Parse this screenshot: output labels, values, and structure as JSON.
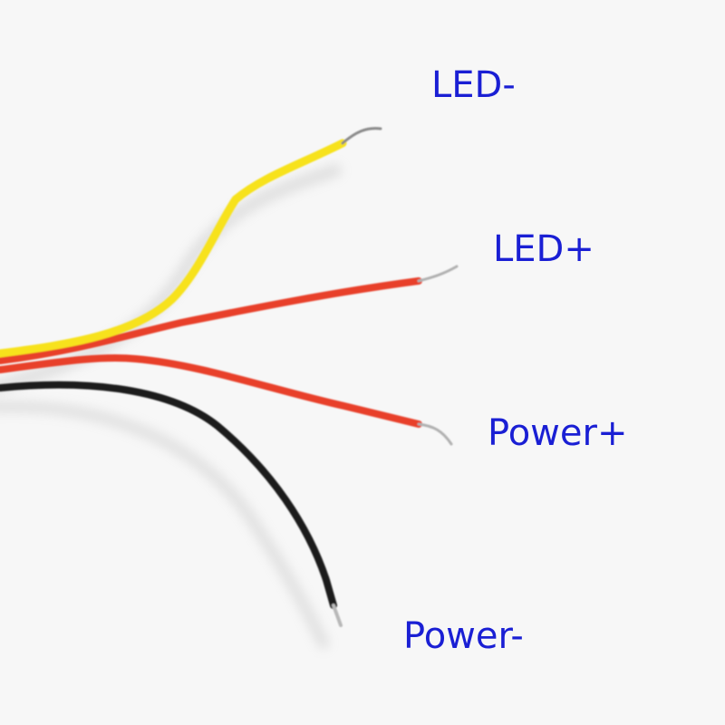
{
  "image": {
    "description": "Four-wire cable with labeled leads",
    "background_color": "#f7f7f7",
    "label_color": "#1a1fd4"
  },
  "wires": [
    {
      "color_name": "yellow",
      "color": "#f7e21a",
      "label": "LED-"
    },
    {
      "color_name": "red",
      "color": "#e8402c",
      "label": "LED+"
    },
    {
      "color_name": "red",
      "color": "#e8402c",
      "label": "Power+"
    },
    {
      "color_name": "black",
      "color": "#1b1b1b",
      "label": "Power-"
    }
  ],
  "labels": {
    "led_minus": "LED-",
    "led_plus": "LED+",
    "power_plus": "Power+",
    "power_minus": "Power-"
  }
}
